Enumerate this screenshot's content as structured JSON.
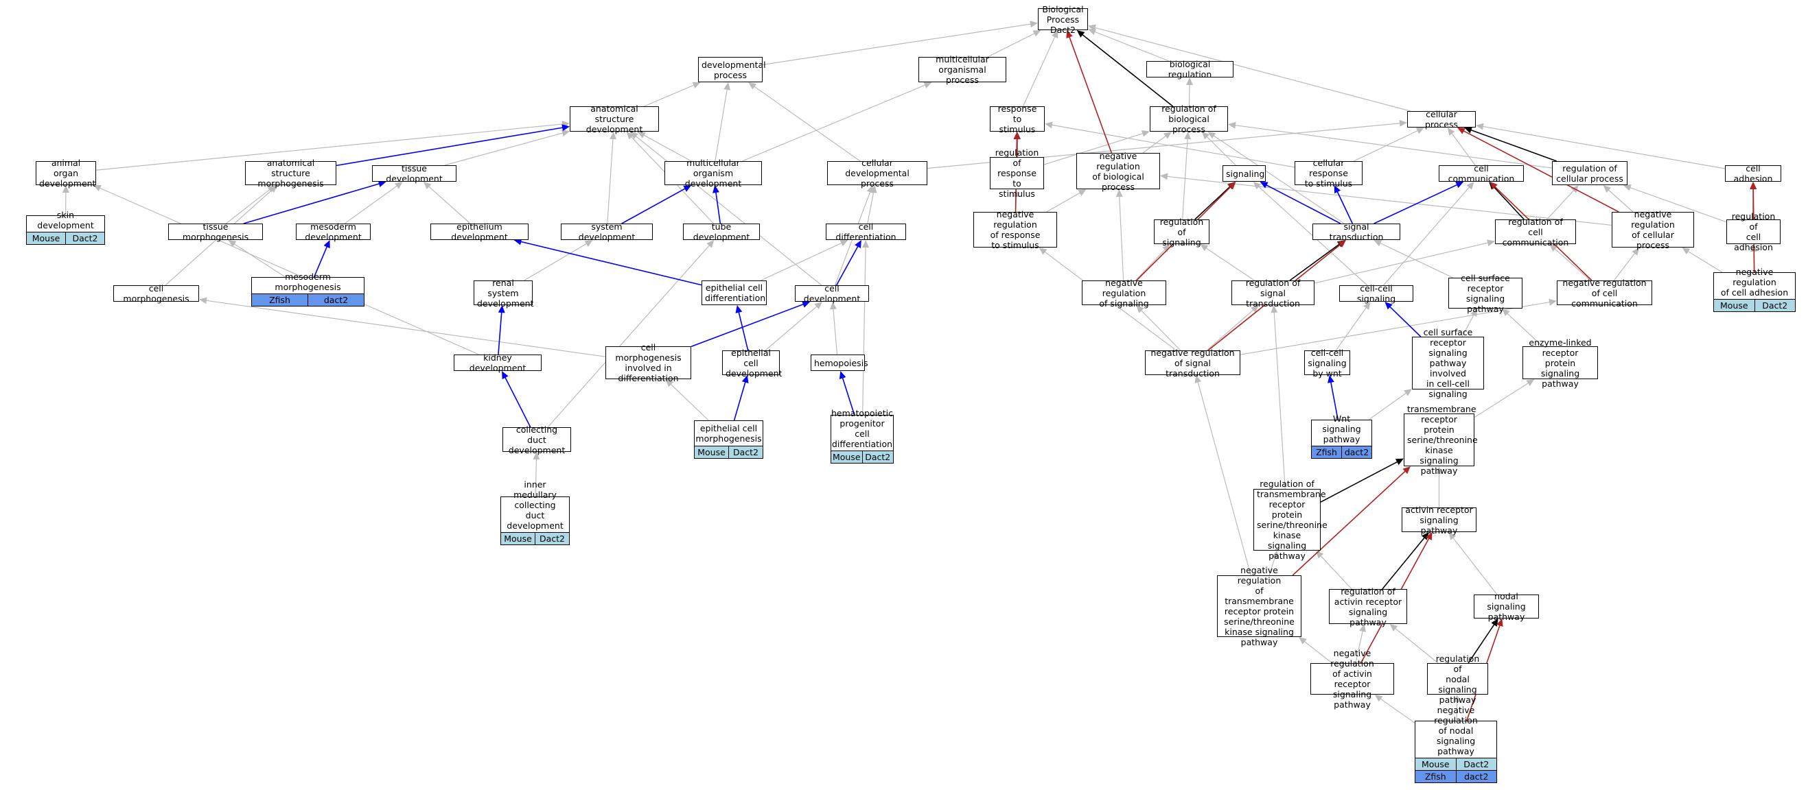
{
  "nodes": {
    "bp": {
      "lines": [
        "Biological Process",
        "Dact2"
      ]
    },
    "dev_proc": {
      "lines": [
        "developmental",
        "process"
      ]
    },
    "multi_proc": {
      "lines": [
        "multicellular",
        "organismal process"
      ]
    },
    "bio_reg": {
      "lines": [
        "biological regulation"
      ]
    },
    "resp_stim": {
      "lines": [
        "response to",
        "stimulus"
      ]
    },
    "reg_bio": {
      "lines": [
        "regulation of",
        "biological process"
      ]
    },
    "cell_proc": {
      "lines": [
        "cellular process"
      ]
    },
    "anat_dev": {
      "lines": [
        "anatomical structure",
        "development"
      ]
    },
    "animal_organ": {
      "lines": [
        "animal organ",
        "development"
      ]
    },
    "anat_morph": {
      "lines": [
        "anatomical structure",
        "morphogenesis"
      ]
    },
    "tissue_dev": {
      "lines": [
        "tissue development"
      ]
    },
    "multi_dev": {
      "lines": [
        "multicellular",
        "organism development"
      ]
    },
    "cell_dev_proc": {
      "lines": [
        "cellular developmental",
        "process"
      ]
    },
    "reg_resp": {
      "lines": [
        "regulation of",
        "response to",
        "stimulus"
      ]
    },
    "neg_reg_bio": {
      "lines": [
        "negative regulation",
        "of biological",
        "process"
      ]
    },
    "signaling": {
      "lines": [
        "signaling"
      ]
    },
    "cell_resp": {
      "lines": [
        "cellular response",
        "to stimulus"
      ]
    },
    "cell_comm": {
      "lines": [
        "cell communication"
      ]
    },
    "reg_cell_proc": {
      "lines": [
        "regulation of",
        "cellular process"
      ]
    },
    "cell_adh": {
      "lines": [
        "cell adhesion"
      ]
    },
    "skin_dev": {
      "lines": [
        "skin development"
      ],
      "annotations": [
        [
          "Mouse",
          "Dact2"
        ]
      ]
    },
    "tissue_morph": {
      "lines": [
        "tissue morphogenesis"
      ]
    },
    "meso_dev": {
      "lines": [
        "mesoderm development"
      ]
    },
    "epi_dev": {
      "lines": [
        "epithelium development"
      ]
    },
    "sys_dev": {
      "lines": [
        "system development"
      ]
    },
    "tube_dev": {
      "lines": [
        "tube development"
      ]
    },
    "cell_diff": {
      "lines": [
        "cell differentiation"
      ]
    },
    "neg_reg_resp": {
      "lines": [
        "negative regulation",
        "of response",
        "to stimulus"
      ]
    },
    "reg_sig": {
      "lines": [
        "regulation of",
        "signaling"
      ]
    },
    "sig_trans": {
      "lines": [
        "signal transduction"
      ]
    },
    "reg_cell_comm": {
      "lines": [
        "regulation of",
        "cell communication"
      ]
    },
    "neg_reg_cell_proc": {
      "lines": [
        "negative regulation",
        "of cellular",
        "process"
      ]
    },
    "reg_cell_adh": {
      "lines": [
        "regulation of",
        "cell adhesion"
      ]
    },
    "meso_morph": {
      "lines": [
        "mesoderm morphogenesis"
      ],
      "annotations": [
        [
          "Zfish",
          "dact2"
        ]
      ]
    },
    "cell_morph": {
      "lines": [
        "cell morphogenesis"
      ]
    },
    "renal_dev": {
      "lines": [
        "renal system",
        "development"
      ]
    },
    "epi_cell_diff": {
      "lines": [
        "epithelial cell",
        "differentiation"
      ]
    },
    "cell_devt": {
      "lines": [
        "cell development"
      ]
    },
    "neg_reg_sig": {
      "lines": [
        "negative regulation",
        "of signaling"
      ]
    },
    "reg_sig_trans": {
      "lines": [
        "regulation of",
        "signal transduction"
      ]
    },
    "cc_sig": {
      "lines": [
        "cell-cell signaling"
      ]
    },
    "csr_sig": {
      "lines": [
        "cell surface",
        "receptor signaling",
        "pathway"
      ]
    },
    "neg_reg_cell_comm": {
      "lines": [
        "negative regulation",
        "of cell communication"
      ]
    },
    "neg_reg_cell_adh": {
      "lines": [
        "negative regulation",
        "of cell adhesion"
      ],
      "annotations": [
        [
          "Mouse",
          "Dact2"
        ]
      ]
    },
    "kidney_dev": {
      "lines": [
        "kidney development"
      ]
    },
    "cell_morph_diff": {
      "lines": [
        "cell morphogenesis",
        "involved in",
        "differentiation"
      ]
    },
    "epi_cell_dev": {
      "lines": [
        "epithelial cell",
        "development"
      ]
    },
    "hemopoiesis": {
      "lines": [
        "hemopoiesis"
      ]
    },
    "neg_reg_sig_trans": {
      "lines": [
        "negative regulation",
        "of signal transduction"
      ]
    },
    "cc_wnt": {
      "lines": [
        "cell-cell signaling",
        "by wnt"
      ]
    },
    "csr_cc": {
      "lines": [
        "cell surface",
        "receptor signaling",
        "pathway involved",
        "in cell-cell",
        "signaling"
      ]
    },
    "enzyme": {
      "lines": [
        "enzyme-linked",
        "receptor protein",
        "signaling pathway"
      ]
    },
    "collect_duct": {
      "lines": [
        "collecting duct",
        "development"
      ]
    },
    "epi_cell_morph": {
      "lines": [
        "epithelial cell",
        "morphogenesis"
      ],
      "annotations": [
        [
          "Mouse",
          "Dact2"
        ]
      ]
    },
    "hemato": {
      "lines": [
        "hematopoietic",
        "progenitor cell",
        "differentiation"
      ],
      "annotations": [
        [
          "Mouse",
          "Dact2"
        ]
      ]
    },
    "wnt": {
      "lines": [
        "Wnt signaling",
        "pathway"
      ],
      "annotations": [
        [
          "Zfish",
          "dact2"
        ]
      ]
    },
    "tmrs": {
      "lines": [
        "transmembrane",
        "receptor protein",
        "serine/threonine",
        "kinase signaling",
        "pathway"
      ]
    },
    "inner_med": {
      "lines": [
        "inner medullary",
        "collecting duct",
        "development"
      ],
      "annotations": [
        [
          "Mouse",
          "Dact2"
        ]
      ]
    },
    "reg_tmrs": {
      "lines": [
        "regulation of",
        "transmembrane",
        "receptor protein",
        "serine/threonine",
        "kinase signaling",
        "pathway"
      ]
    },
    "activin": {
      "lines": [
        "activin receptor",
        "signaling pathway"
      ]
    },
    "neg_reg_tmrs": {
      "lines": [
        "negative regulation",
        "of transmembrane",
        "receptor protein",
        "serine/threonine",
        "kinase signaling",
        "pathway"
      ]
    },
    "reg_activin": {
      "lines": [
        "regulation of",
        "activin receptor",
        "signaling pathway"
      ]
    },
    "nodal": {
      "lines": [
        "nodal signaling",
        "pathway"
      ]
    },
    "neg_reg_activin": {
      "lines": [
        "negative regulation",
        "of activin receptor",
        "signaling pathway"
      ]
    },
    "reg_nodal": {
      "lines": [
        "regulation of",
        "nodal signaling",
        "pathway"
      ]
    },
    "neg_reg_nodal": {
      "lines": [
        "negative regulation",
        "of nodal signaling",
        "pathway"
      ],
      "annotations": [
        [
          "Mouse",
          "Dact2"
        ],
        [
          "Zfish",
          "dact2"
        ]
      ]
    }
  },
  "edges": [
    [
      "dev_proc",
      "bp",
      "is_a"
    ],
    [
      "multi_proc",
      "bp",
      "is_a"
    ],
    [
      "bio_reg",
      "bp",
      "is_a"
    ],
    [
      "resp_stim",
      "bp",
      "is_a"
    ],
    [
      "reg_bio",
      "bp",
      "regulates"
    ],
    [
      "neg_reg_bio",
      "bp",
      "negatively_regulates"
    ],
    [
      "cell_proc",
      "bp",
      "is_a"
    ],
    [
      "anat_dev",
      "dev_proc",
      "is_a"
    ],
    [
      "multi_dev",
      "multi_proc",
      "is_a"
    ],
    [
      "multi_dev",
      "dev_proc",
      "is_a"
    ],
    [
      "cell_dev_proc",
      "dev_proc",
      "is_a"
    ],
    [
      "cell_dev_proc",
      "cell_proc",
      "is_a"
    ],
    [
      "reg_bio",
      "bio_reg",
      "is_a"
    ],
    [
      "animal_organ",
      "anat_dev",
      "is_a"
    ],
    [
      "anat_morph",
      "anat_dev",
      "part_of"
    ],
    [
      "tissue_dev",
      "anat_dev",
      "is_a"
    ],
    [
      "multi_dev",
      "anat_dev",
      "is_a"
    ],
    [
      "sys_dev",
      "anat_dev",
      "is_a"
    ],
    [
      "tube_dev",
      "anat_dev",
      "is_a"
    ],
    [
      "cell_devt",
      "anat_dev",
      "is_a"
    ],
    [
      "reg_resp",
      "resp_stim",
      "regulates"
    ],
    [
      "reg_resp",
      "reg_bio",
      "is_a"
    ],
    [
      "neg_reg_resp",
      "resp_stim",
      "negatively_regulates"
    ],
    [
      "neg_reg_resp",
      "reg_resp",
      "is_a"
    ],
    [
      "neg_reg_resp",
      "neg_reg_bio",
      "is_a"
    ],
    [
      "neg_reg_bio",
      "reg_bio",
      "is_a"
    ],
    [
      "signaling",
      "reg_bio",
      "is_a"
    ],
    [
      "cell_resp",
      "resp_stim",
      "is_a"
    ],
    [
      "cell_resp",
      "cell_proc",
      "is_a"
    ],
    [
      "cell_comm",
      "cell_proc",
      "is_a"
    ],
    [
      "reg_cell_proc",
      "cell_proc",
      "regulates"
    ],
    [
      "reg_cell_proc",
      "reg_bio",
      "is_a"
    ],
    [
      "cell_adh",
      "cell_proc",
      "is_a"
    ],
    [
      "neg_reg_cell_proc",
      "cell_proc",
      "negatively_regulates"
    ],
    [
      "neg_reg_cell_proc",
      "reg_cell_proc",
      "is_a"
    ],
    [
      "neg_reg_cell_proc",
      "neg_reg_bio",
      "is_a"
    ],
    [
      "skin_dev",
      "animal_organ",
      "is_a"
    ],
    [
      "tissue_morph",
      "anat_morph",
      "is_a"
    ],
    [
      "tissue_morph",
      "tissue_dev",
      "part_of"
    ],
    [
      "meso_dev",
      "tissue_dev",
      "is_a"
    ],
    [
      "epi_dev",
      "tissue_dev",
      "is_a"
    ],
    [
      "sys_dev",
      "multi_dev",
      "part_of"
    ],
    [
      "tube_dev",
      "multi_dev",
      "part_of"
    ],
    [
      "cell_diff",
      "cell_dev_proc",
      "is_a"
    ],
    [
      "reg_sig",
      "signaling",
      "regulates"
    ],
    [
      "reg_sig",
      "reg_bio",
      "is_a"
    ],
    [
      "sig_trans",
      "signaling",
      "part_of"
    ],
    [
      "sig_trans",
      "cell_resp",
      "part_of"
    ],
    [
      "sig_trans",
      "cell_comm",
      "part_of"
    ],
    [
      "sig_trans",
      "reg_bio",
      "is_a"
    ],
    [
      "reg_cell_comm",
      "cell_comm",
      "regulates"
    ],
    [
      "reg_cell_comm",
      "reg_cell_proc",
      "is_a"
    ],
    [
      "reg_cell_adh",
      "cell_adh",
      "regulates"
    ],
    [
      "reg_cell_adh",
      "reg_cell_proc",
      "is_a"
    ],
    [
      "meso_morph",
      "meso_dev",
      "part_of"
    ],
    [
      "meso_morph",
      "tissue_morph",
      "is_a"
    ],
    [
      "cell_morph",
      "anat_morph",
      "is_a"
    ],
    [
      "renal_dev",
      "sys_dev",
      "is_a"
    ],
    [
      "epi_cell_diff",
      "epi_dev",
      "part_of"
    ],
    [
      "epi_cell_diff",
      "cell_diff",
      "is_a"
    ],
    [
      "cell_devt",
      "cell_diff",
      "part_of"
    ],
    [
      "cell_devt",
      "cell_dev_proc",
      "is_a"
    ],
    [
      "neg_reg_sig",
      "signaling",
      "negatively_regulates"
    ],
    [
      "neg_reg_sig",
      "reg_sig",
      "is_a"
    ],
    [
      "neg_reg_sig",
      "neg_reg_bio",
      "is_a"
    ],
    [
      "reg_sig_trans",
      "sig_trans",
      "regulates"
    ],
    [
      "reg_sig_trans",
      "reg_sig",
      "is_a"
    ],
    [
      "reg_sig_trans",
      "reg_cell_comm",
      "is_a"
    ],
    [
      "cc_sig",
      "cell_comm",
      "is_a"
    ],
    [
      "cc_sig",
      "signaling",
      "is_a"
    ],
    [
      "csr_sig",
      "sig_trans",
      "is_a"
    ],
    [
      "neg_reg_cell_comm",
      "cell_comm",
      "negatively_regulates"
    ],
    [
      "neg_reg_cell_comm",
      "reg_cell_comm",
      "is_a"
    ],
    [
      "neg_reg_cell_comm",
      "neg_reg_cell_proc",
      "is_a"
    ],
    [
      "neg_reg_cell_adh",
      "cell_adh",
      "negatively_regulates"
    ],
    [
      "neg_reg_cell_adh",
      "reg_cell_adh",
      "is_a"
    ],
    [
      "neg_reg_cell_adh",
      "neg_reg_cell_proc",
      "is_a"
    ],
    [
      "kidney_dev",
      "renal_dev",
      "part_of"
    ],
    [
      "kidney_dev",
      "animal_organ",
      "is_a"
    ],
    [
      "cell_morph_diff",
      "cell_devt",
      "part_of"
    ],
    [
      "cell_morph_diff",
      "cell_morph",
      "is_a"
    ],
    [
      "epi_cell_dev",
      "epi_cell_diff",
      "part_of"
    ],
    [
      "epi_cell_dev",
      "cell_devt",
      "is_a"
    ],
    [
      "hemopoiesis",
      "cell_devt",
      "is_a"
    ],
    [
      "neg_reg_sig_trans",
      "sig_trans",
      "negatively_regulates"
    ],
    [
      "neg_reg_sig_trans",
      "reg_sig_trans",
      "is_a"
    ],
    [
      "neg_reg_sig_trans",
      "neg_reg_sig",
      "is_a"
    ],
    [
      "neg_reg_sig_trans",
      "neg_reg_cell_comm",
      "is_a"
    ],
    [
      "neg_reg_sig_trans",
      "neg_reg_resp",
      "is_a"
    ],
    [
      "cc_wnt",
      "cc_sig",
      "is_a"
    ],
    [
      "csr_cc",
      "cc_sig",
      "part_of"
    ],
    [
      "csr_cc",
      "csr_sig",
      "is_a"
    ],
    [
      "enzyme",
      "csr_sig",
      "is_a"
    ],
    [
      "collect_duct",
      "kidney_dev",
      "part_of"
    ],
    [
      "collect_duct",
      "tube_dev",
      "is_a"
    ],
    [
      "epi_cell_morph",
      "epi_cell_dev",
      "part_of"
    ],
    [
      "epi_cell_morph",
      "cell_morph_diff",
      "is_a"
    ],
    [
      "hemato",
      "hemopoiesis",
      "part_of"
    ],
    [
      "hemato",
      "cell_diff",
      "is_a"
    ],
    [
      "wnt",
      "cc_wnt",
      "part_of"
    ],
    [
      "wnt",
      "csr_cc",
      "is_a"
    ],
    [
      "tmrs",
      "enzyme",
      "is_a"
    ],
    [
      "inner_med",
      "collect_duct",
      "is_a"
    ],
    [
      "reg_tmrs",
      "tmrs",
      "regulates"
    ],
    [
      "reg_tmrs",
      "reg_sig_trans",
      "is_a"
    ],
    [
      "activin",
      "tmrs",
      "is_a"
    ],
    [
      "neg_reg_tmrs",
      "tmrs",
      "negatively_regulates"
    ],
    [
      "neg_reg_tmrs",
      "reg_tmrs",
      "is_a"
    ],
    [
      "neg_reg_tmrs",
      "neg_reg_sig_trans",
      "is_a"
    ],
    [
      "reg_activin",
      "activin",
      "regulates"
    ],
    [
      "reg_activin",
      "reg_tmrs",
      "is_a"
    ],
    [
      "nodal",
      "activin",
      "is_a"
    ],
    [
      "neg_reg_activin",
      "activin",
      "negatively_regulates"
    ],
    [
      "neg_reg_activin",
      "reg_activin",
      "is_a"
    ],
    [
      "neg_reg_activin",
      "neg_reg_tmrs",
      "is_a"
    ],
    [
      "reg_nodal",
      "nodal",
      "regulates"
    ],
    [
      "reg_nodal",
      "reg_activin",
      "is_a"
    ],
    [
      "neg_reg_nodal",
      "nodal",
      "negatively_regulates"
    ],
    [
      "neg_reg_nodal",
      "reg_nodal",
      "is_a"
    ],
    [
      "neg_reg_nodal",
      "neg_reg_activin",
      "is_a"
    ]
  ],
  "colors": {
    "is_a": "#bbbbbb",
    "part_of": "#0000ff",
    "regulates": "#000000",
    "negatively_regulates": "#b22222",
    "mouse": "#add8e6",
    "zfish": "#6495ed"
  }
}
